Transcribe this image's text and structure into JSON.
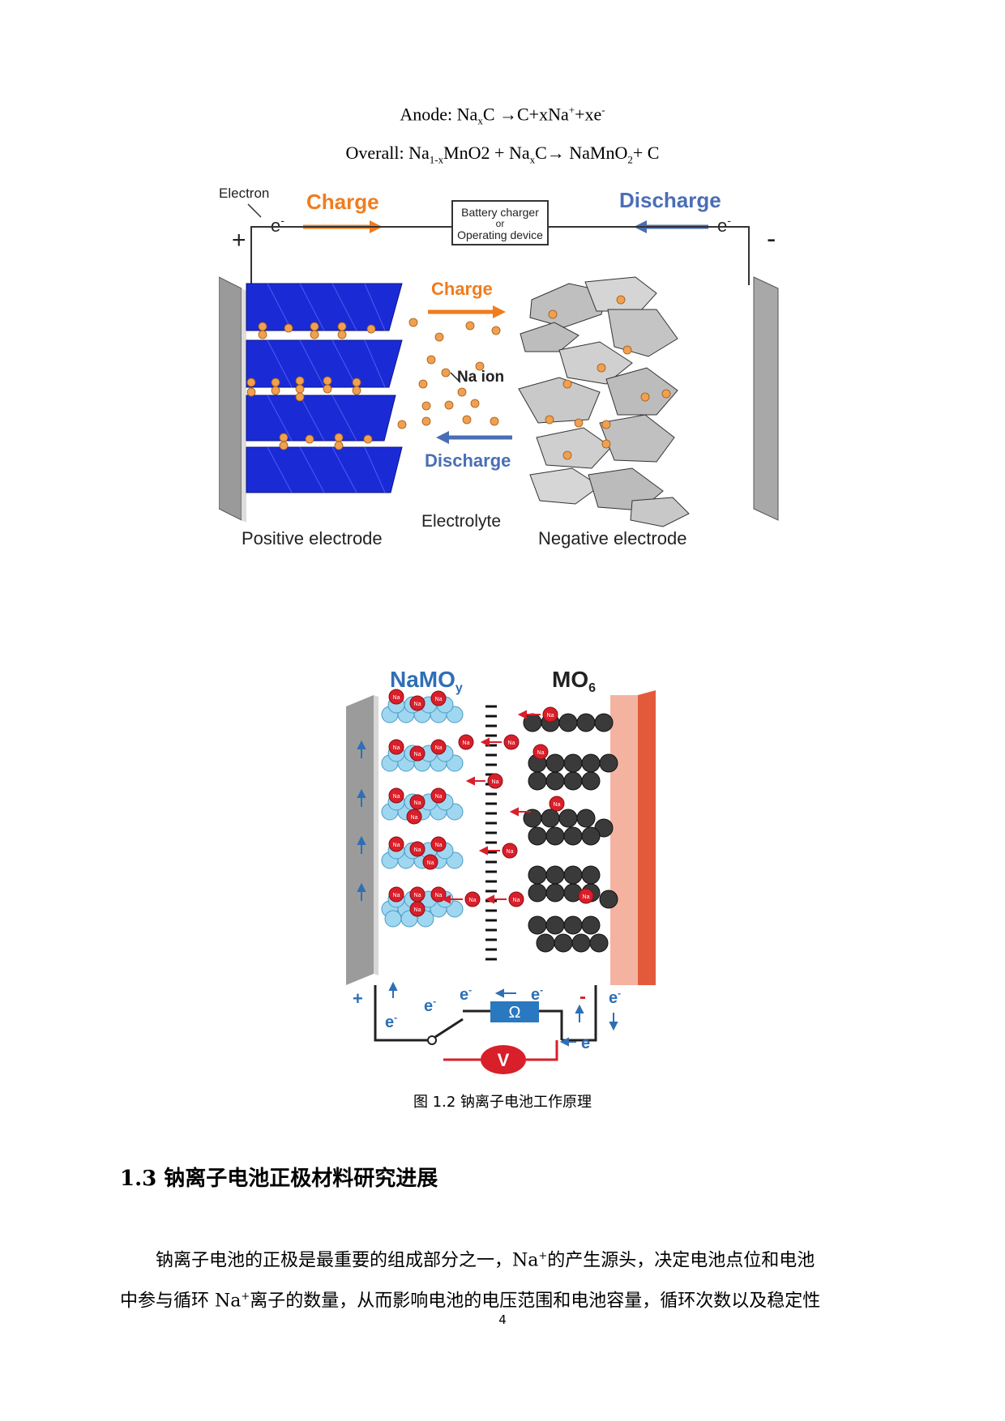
{
  "equations": {
    "anode": {
      "prefix": "Anode: Na",
      "sub1": "x",
      "mid": "C →C+xNa",
      "sup1": "+",
      "mid2": "+xe",
      "sup2": "-"
    },
    "overall": {
      "prefix": "Overall: Na",
      "sub1": "1-x",
      "mid": "MnO2 + Na",
      "sub2": "x",
      "mid2": "C→ NaMnO",
      "sub3": "2",
      "tail": "+ C"
    }
  },
  "figure1": {
    "electron_label": "Electron",
    "e_left": "e",
    "e_right": "e",
    "e_sup": "-",
    "plus": "+",
    "minus": "-",
    "charge_top": "Charge",
    "discharge_top": "Discharge",
    "device_line1": "Battery charger",
    "device_line2": "or",
    "device_line3": "Operating device",
    "charge_mid": "Charge",
    "na_ion": "Na ion",
    "discharge_mid": "Discharge",
    "electrolyte": "Electrolyte",
    "positive": "Positive electrode",
    "negative": "Negative electrode",
    "colors": {
      "charge": "#f07c1e",
      "discharge": "#4a6eb5",
      "cathode": "#1a2bd6",
      "ion": "#f0a050"
    }
  },
  "figure2": {
    "left_title": "NaMO",
    "left_sub": "y",
    "right_title": "MO",
    "right_sub": "6",
    "na": "Na",
    "na_sup": "+",
    "plus": "+",
    "minus": "-",
    "e": "e",
    "e_sup": "-",
    "omega": "Ω",
    "v": "V",
    "colors": {
      "title": "#2f6fb5",
      "anode_plate": "#f08a70",
      "ion": "#d81f2a",
      "wire_red": "#d81f2a"
    }
  },
  "caption": "图 1.2  钠离子电池工作原理",
  "heading": "1.3 钠离子电池正极材料研究进展",
  "paragraph": {
    "line1_a": "钠离子电池的正极是最重要的组成部分之一，Na",
    "line1_sup": "+",
    "line1_b": "的产生源头，决定电池点位和电池",
    "line2_a": "中参与循环 Na",
    "line2_sup": "+",
    "line2_b": "离子的数量，从而影响电池的电压范围和电池容量，循环次数以及稳定性"
  },
  "page_number": "4"
}
